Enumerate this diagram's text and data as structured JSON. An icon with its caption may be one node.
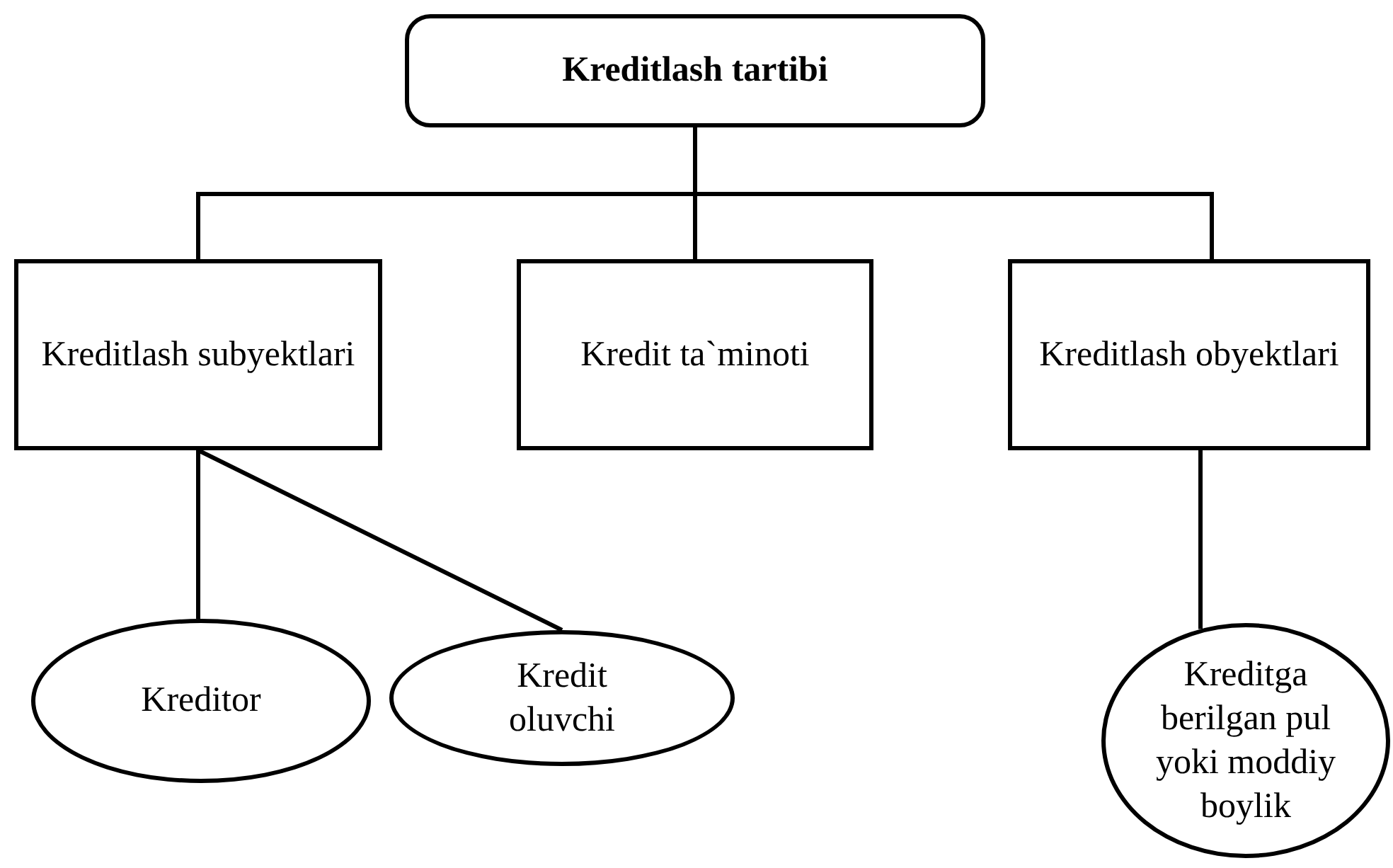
{
  "diagram": {
    "nodes": [
      {
        "text": [
          "Kreditlash tartibi"
        ]
      },
      {
        "text": [
          "Kreditlash subyektlari"
        ]
      },
      {
        "text": [
          "Kredit ta`minoti"
        ]
      },
      {
        "text": [
          "Kreditlash obyektlari"
        ]
      },
      {
        "text": [
          "Kreditor"
        ]
      },
      {
        "text": [
          "Kredit oluvchi"
        ]
      },
      {
        "text": [
          "Kreditga berilgan pul yoki moddiy boylik"
        ]
      }
    ],
    "edges": [
      {
        "from": 0,
        "to": 1,
        "arrow": "none"
      },
      {
        "from": 0,
        "to": 2,
        "arrow": "none"
      },
      {
        "from": 0,
        "to": 3,
        "arrow": "none"
      },
      {
        "from": 1,
        "to": 4,
        "arrow": "none"
      },
      {
        "from": 1,
        "to": 5,
        "arrow": "none"
      },
      {
        "from": 3,
        "to": 6,
        "arrow": "none"
      }
    ]
  }
}
